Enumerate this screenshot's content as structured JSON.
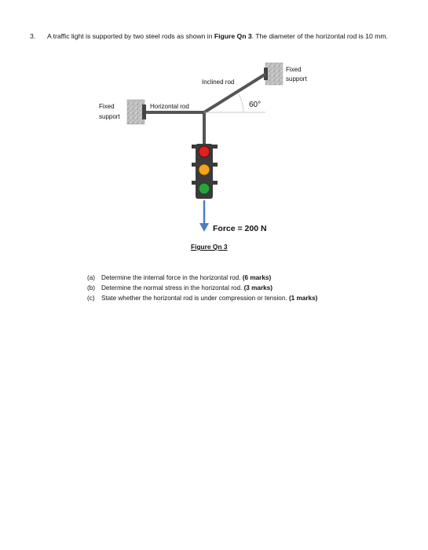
{
  "question": {
    "number": "3.",
    "text_1": "A traffic light is supported by two steel rods as shown in ",
    "figure_ref": "Figure Qn 3",
    "text_2": ". The diameter of the horizontal rod is 10 mm."
  },
  "figure": {
    "labels": {
      "inclined_rod": "Inclined rod",
      "horizontal_rod": "Horizontal rod",
      "fixed_left_line1": "Fixed",
      "fixed_left_line2": "support",
      "fixed_right_line1": "Fixed",
      "fixed_right_line2": "support",
      "angle": "60°",
      "force": "Force = 200 N"
    },
    "colors": {
      "rod": "#555555",
      "light_body": "#3a3a3a",
      "red_lamp": "#e0201e",
      "amber_lamp": "#f4a41a",
      "green_lamp": "#2aa23a",
      "force_arrow": "#4a7fc0",
      "support_fill": "#bdbdbd"
    },
    "caption": "Figure Qn 3"
  },
  "parts": [
    {
      "label": "(a)",
      "text": "Determine the internal force in the horizontal rod. ",
      "marks": "(6 marks)"
    },
    {
      "label": "(b)",
      "text": "Determine the normal stress in the horizontal rod. ",
      "marks": "(3 marks)"
    },
    {
      "label": "(c)",
      "text": "State whether the horizontal rod is under compression or tension. ",
      "marks": "(1 marks)"
    }
  ]
}
